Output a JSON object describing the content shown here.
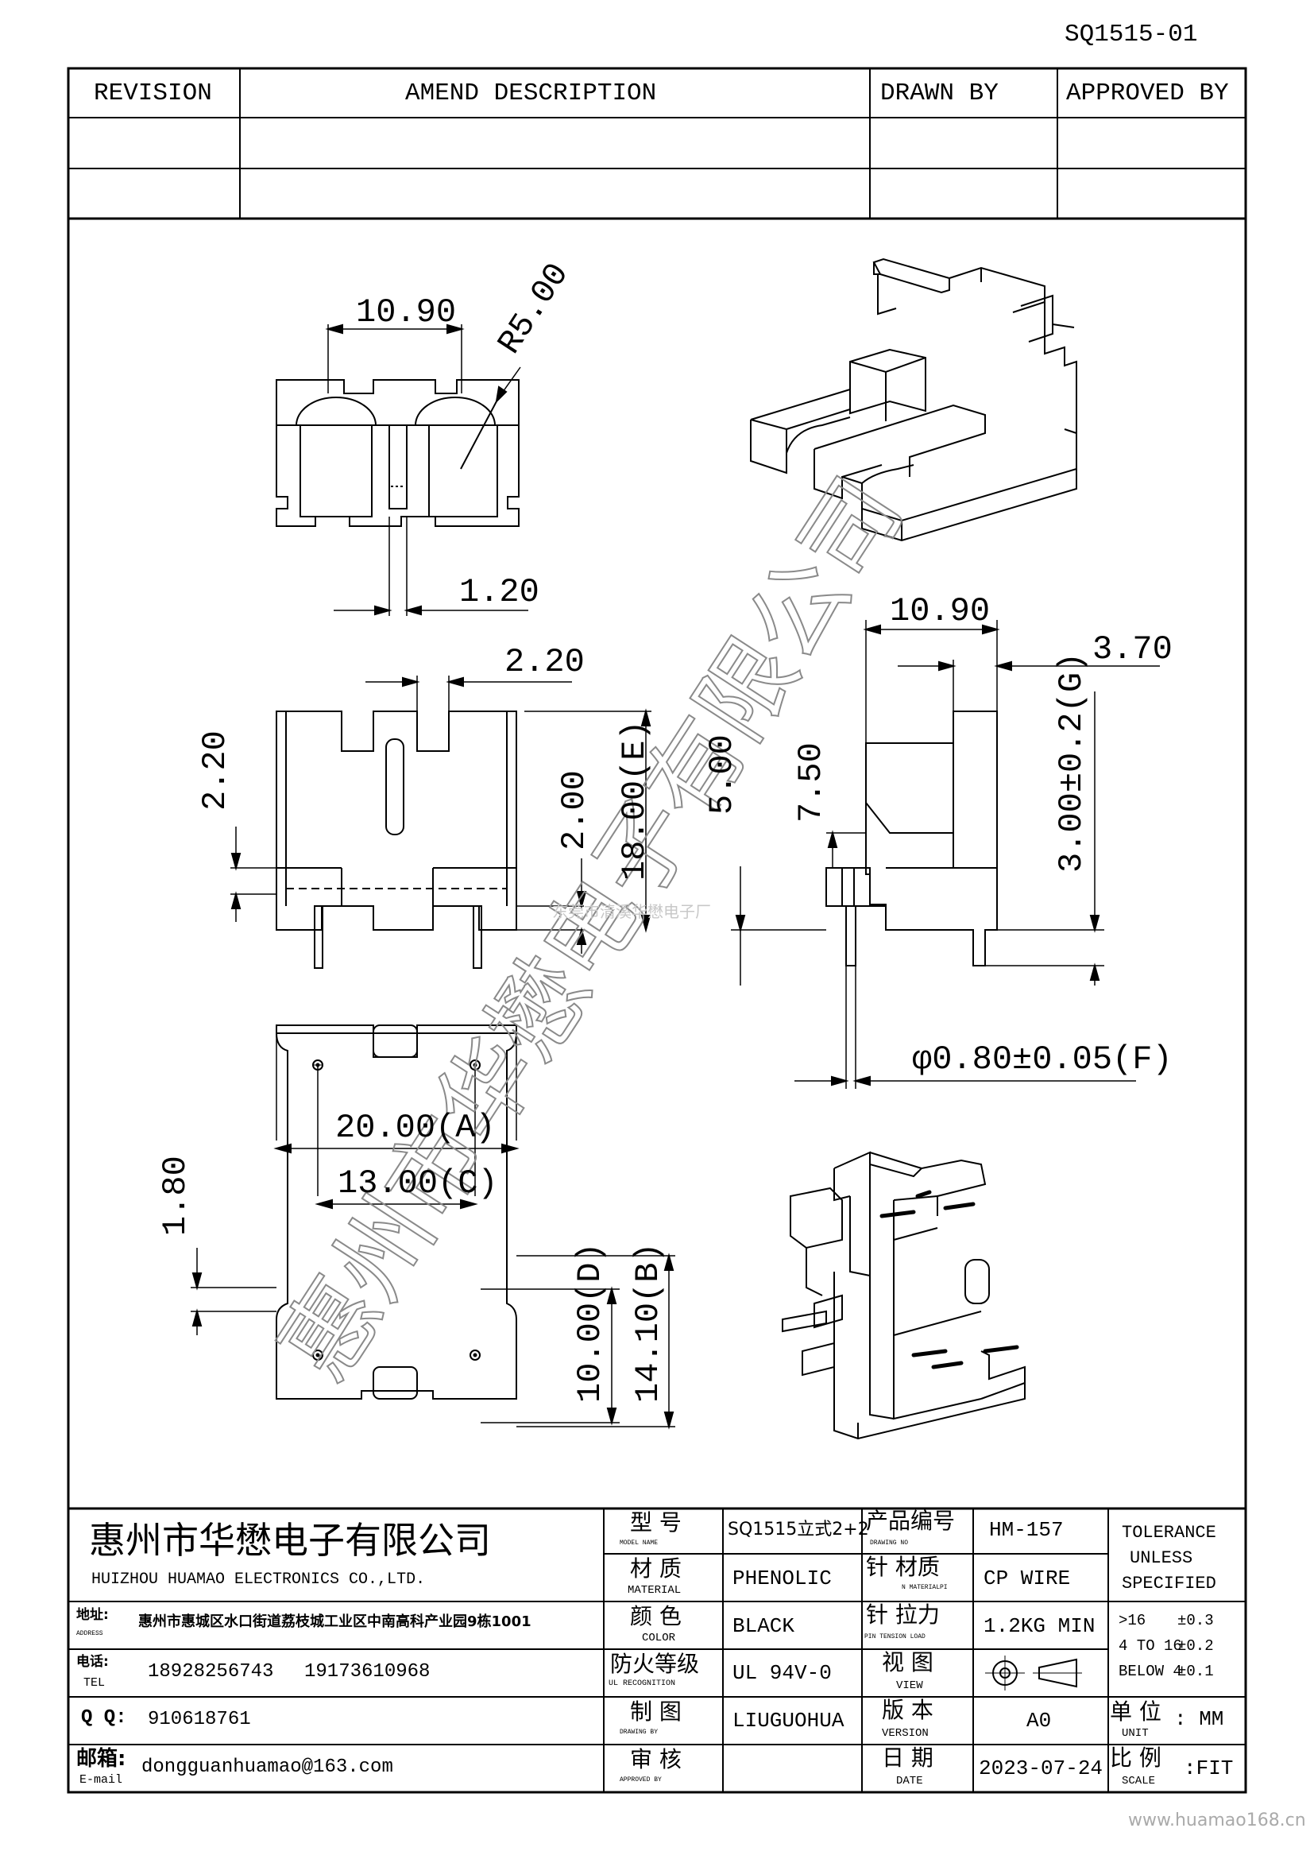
{
  "doc_no": "SQ1515-01",
  "revision_table": {
    "headers": [
      "REVISION",
      "AMEND DESCRIPTION",
      "DRAWN BY",
      "APPROVED BY"
    ]
  },
  "dimensions": {
    "top_width": "10.90",
    "top_radius": "R5.00",
    "top_slot": "1.20",
    "front_top_gap": "2.20",
    "front_left_height": "2.20",
    "front_base": "2.00",
    "front_height": "18.00(E)",
    "side_width": "10.90",
    "side_offset": "3.70",
    "side_height": "5.00",
    "side_step": "7.50",
    "side_pin": "3.00±0.2(G)",
    "pin_dia": "φ0.80±0.05(F)",
    "bottom_width": "20.00(A)",
    "bottom_pitch": "13.00(C)",
    "bottom_edge": "1.80",
    "bottom_pin_row": "10.00(D)",
    "bottom_depth": "14.10(B)"
  },
  "watermark": {
    "big_text": "惠州市华懋电子有限公司",
    "small_text": "东莞市清溪华懋电子厂",
    "url": "www.huamao168.cn"
  },
  "title_block": {
    "company_cn": "惠州市华懋电子有限公司",
    "company_en": "HUIZHOU HUAMAO ELECTRONICS CO.,LTD.",
    "address_label_cn": "地址:",
    "address_label_en": "ADDRESS",
    "address": "惠州市惠城区水口街道荔枝城工业区中南高科产业园9栋1001",
    "tel_label_cn": "电话:",
    "tel_label_en": "TEL",
    "tel1": "18928256743",
    "tel2": "19173610968",
    "qq_label": "Q Q:",
    "qq": "910618761",
    "email_label_cn": "邮箱:",
    "email_label_en": "E-mail",
    "email": "dongguanhuamao@163.com",
    "model_label_cn": "型 号",
    "model_label_en": "MODEL NAME",
    "model": "SQ1515立式2+2",
    "product_no_label_cn": "产品编号",
    "product_no_label_en": "DRAWING NO",
    "product_no": "HM-157",
    "material_label_cn": "材 质",
    "material_label_en": "MATERIAL",
    "material": "PHENOLIC",
    "pin_material_label_cn": "针 材质",
    "pin_material_label_en": "N MATERIALPI",
    "pin_material": "CP WIRE",
    "color_label_cn": "颜 色",
    "color_label_en": "COLOR",
    "color": "BLACK",
    "pin_tension_label_cn": "针 拉力",
    "pin_tension_label_en": "PIN TENSION LOAD",
    "pin_tension": "1.2KG MIN",
    "fire_label_cn": "防火等级",
    "fire_label_en": "UL RECOGNITION",
    "fire": "UL 94V-0",
    "view_label_cn": "视 图",
    "view_label_en": "VIEW",
    "drawn_label_cn": "制 图",
    "drawn_label_en": "DRAWING BY",
    "drawn": "LIUGUOHUA",
    "version_label_cn": "版 本",
    "version_label_en": "VERSION",
    "version": "A0",
    "check_label_cn": "审 核",
    "check_label_en": "APPROVED BY",
    "check": "",
    "date_label_cn": "日 期",
    "date_label_en": "DATE",
    "date": "2023-07-24",
    "tolerance_l1": "TOLERANCE",
    "tolerance_l2": "UNLESS",
    "tolerance_l3": "SPECIFIED",
    "tol_r1_range": ">16",
    "tol_r1_val": "±0.3",
    "tol_r2_range": "4 TO 16",
    "tol_r2_val": "±0.2",
    "tol_r3_range": "BELOW 4",
    "tol_r3_val": "±0.1",
    "unit_label_cn": "单 位",
    "unit_label_en": "UNIT",
    "unit": ": MM",
    "scale_label_cn": "比 例",
    "scale_label_en": "SCALE",
    "scale": ":FIT"
  }
}
